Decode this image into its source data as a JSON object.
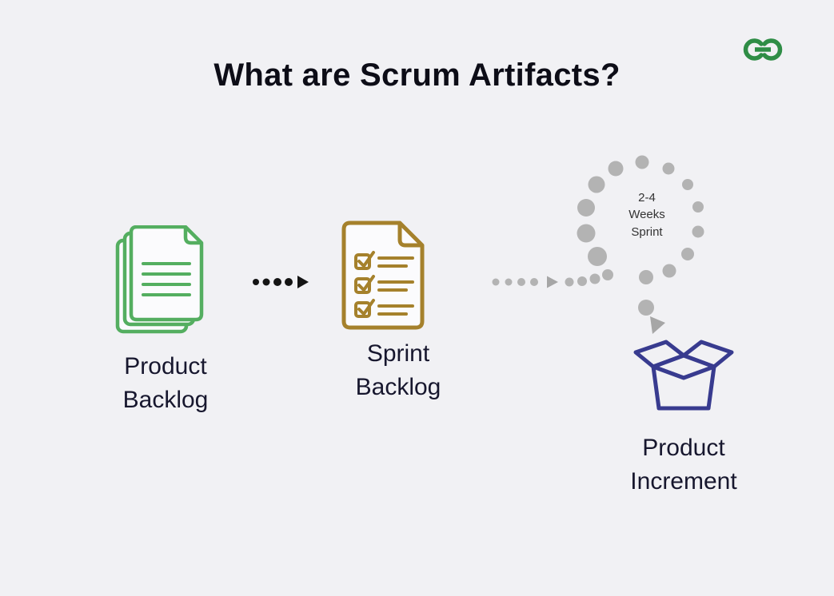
{
  "page": {
    "title": "What are Scrum Artifacts?",
    "background_color": "#f1f1f4"
  },
  "logo": {
    "name": "GeeksforGeeks",
    "color": "#2f8d46"
  },
  "artifacts": [
    {
      "label": "Product\nBacklog",
      "icon": "stacked-documents-icon",
      "color": "#54ae60"
    },
    {
      "label": "Sprint\nBacklog",
      "icon": "checklist-document-icon",
      "color": "#a5812c"
    },
    {
      "label": "Product\nIncrement",
      "icon": "open-box-icon",
      "color": "#383b8f"
    }
  ],
  "sprint_loop": {
    "label": "2-4\nWeeks\nSprint",
    "dot_color": "#b3b3b3"
  },
  "connector": {
    "style": "dotted-arrow",
    "color": "#141414"
  }
}
